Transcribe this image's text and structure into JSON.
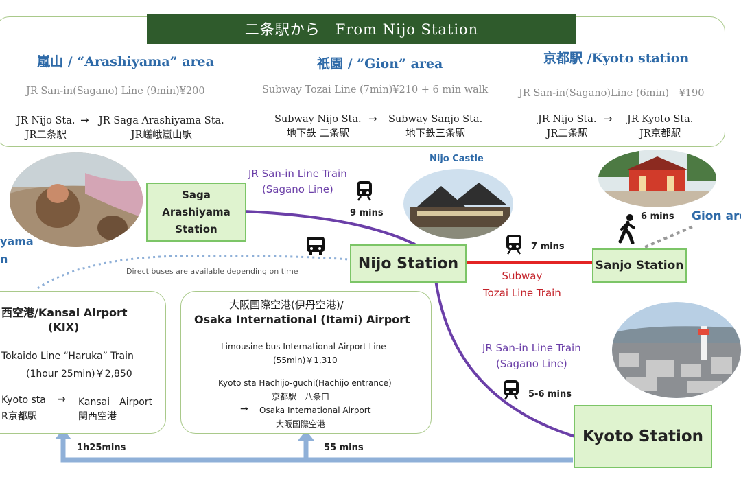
{
  "banner": {
    "title": "二条駅から　From Nijo Station"
  },
  "areas": [
    {
      "title": "嵐山 / “Arashiyama” area",
      "route": "JR San-in(Sagano) Line  (9min)¥200",
      "from_en": "JR Nijo Sta.",
      "from_jp": "JR二条駅",
      "to_en": "JR Saga Arashiyama Sta.",
      "to_jp": "JR嵯峨嵐山駅"
    },
    {
      "title": "祇園 / ”Gion” area",
      "route": "Subway Tozai Line (7min)¥210 + 6 min walk",
      "from_en": "Subway Nijo Sta.",
      "from_jp": "地下鉄 二条駅",
      "to_en": "Subway Sanjo Sta.",
      "to_jp": "地下鉄三条駅"
    },
    {
      "title": "京都駅 /Kyoto station",
      "route": "JR San-in(Sagano)Line (6min)　¥190",
      "from_en": "JR Nijo Sta.",
      "from_jp": "JR二条駅",
      "to_en": "JR Kyoto Sta.",
      "to_jp": "JR京都駅"
    }
  ],
  "arrow_symbol": "→",
  "stations": {
    "saga": [
      "Saga",
      "Arashiyama",
      "Station"
    ],
    "nijo": "Nijo Station",
    "sanjo": "Sanjo Station",
    "kyoto": "Kyoto Station"
  },
  "labels": {
    "arashiyama_left_1": "yama",
    "arashiyama_left_2": "n",
    "gion_right": "Gion are",
    "nijo_castle": "Nijo Castle",
    "jr_line_top_1": "JR San-in Line Train",
    "jr_line_top_2": "(Sagano Line)",
    "jr_line_bottom_1": "JR San-in Line Train",
    "jr_line_bottom_2": "(Sagano Line)",
    "subway_1": "Subway",
    "subway_2": "Tozai Line Train",
    "nine_mins": "9 mins",
    "seven_mins": "7 mins",
    "six_mins": "6 mins",
    "five_six_mins": "5-6 mins",
    "direct_buses": "Direct buses are available depending on time",
    "kansai_mins": "1h25mins",
    "itami_mins": "55 mins"
  },
  "kansai": {
    "title_1": "西空港/Kansai Airport",
    "title_2": "(KIX)",
    "train_1": "Tokaido Line “Haruka” Train",
    "train_2": "(1hour 25min)￥2,850",
    "from_en": "Kyoto sta",
    "from_jp": "R京都駅",
    "arrow": "→",
    "to_en": "Kansai　Airport",
    "to_jp": "関西空港"
  },
  "itami": {
    "title_jp": "大阪国際空港(伊丹空港)/",
    "title_en": "Osaka International (Itami) Airport",
    "bus_1": "Limousine bus International Airport Line",
    "bus_2": "(55min)￥1,310",
    "stop_1": "Kyoto sta Hachijo-guchi(Hachijo entrance)",
    "stop_2": "京都駅　八条口",
    "dest_1": "Osaka International Airport",
    "dest_2": "大阪国際空港",
    "arrow": "→"
  },
  "colors": {
    "banner_bg": "#2f5b2c",
    "station_fill": "#dff3cf",
    "station_border": "#7cc567",
    "jr_line": "#6b3fa8",
    "subway_line": "#e32424",
    "area_title": "#2e6aa8",
    "arrow_blue": "#8fb0d8"
  }
}
